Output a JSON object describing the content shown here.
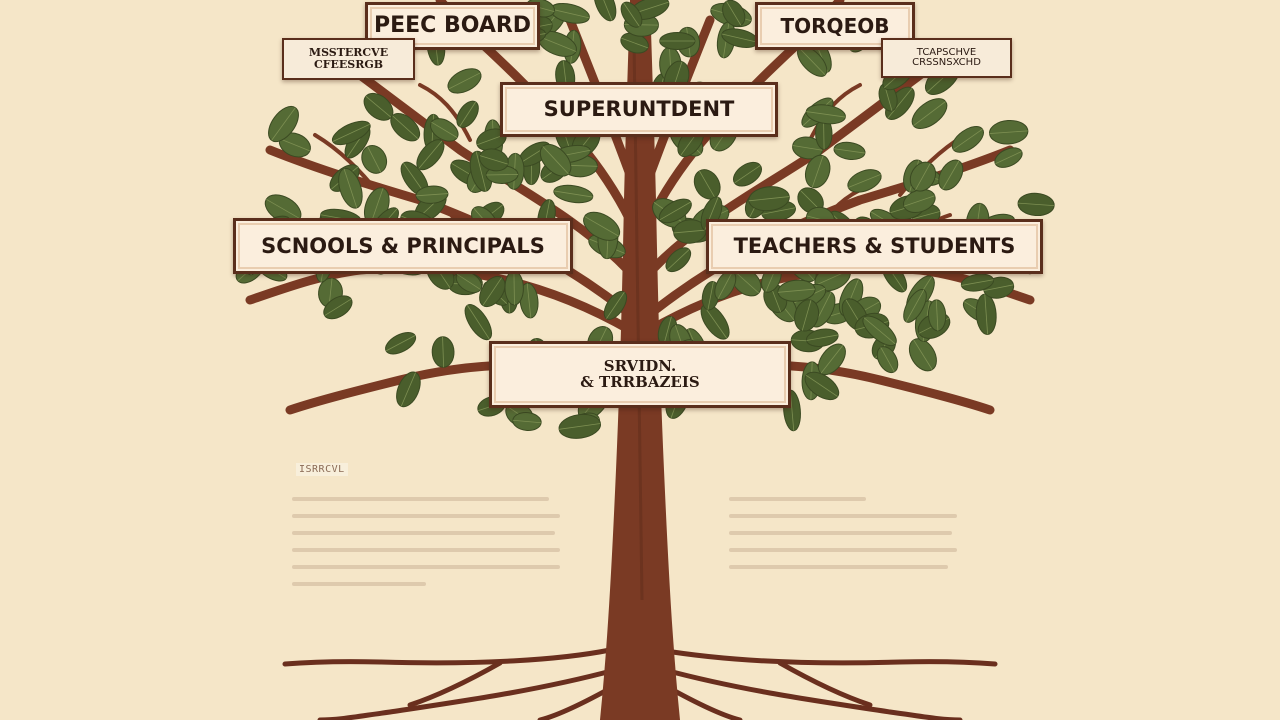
{
  "diagram": {
    "nodes": {
      "board": "PEEC BOARD",
      "top_right": "TORQEOB",
      "left_sub": [
        "MSSTERCVE",
        "CFEESRGB"
      ],
      "right_sub": [
        "TCAPSCHVE",
        "CRSSNSXCHD"
      ],
      "superintendent": "SUPERUNTDENT",
      "schools": "SCNOOLS & PRINCIPALS",
      "teachers": "TEACHERS & STUDENTS",
      "bottom": [
        "SRVIDN.",
        "& TRRBAZEIS"
      ]
    },
    "notes": {
      "left_heading": "ISRRCVL"
    }
  },
  "colors": {
    "background": "#f5e6c8",
    "trunk": "#7a3a24",
    "leaf": "#556b35",
    "box_border": "#5a2e1c"
  }
}
